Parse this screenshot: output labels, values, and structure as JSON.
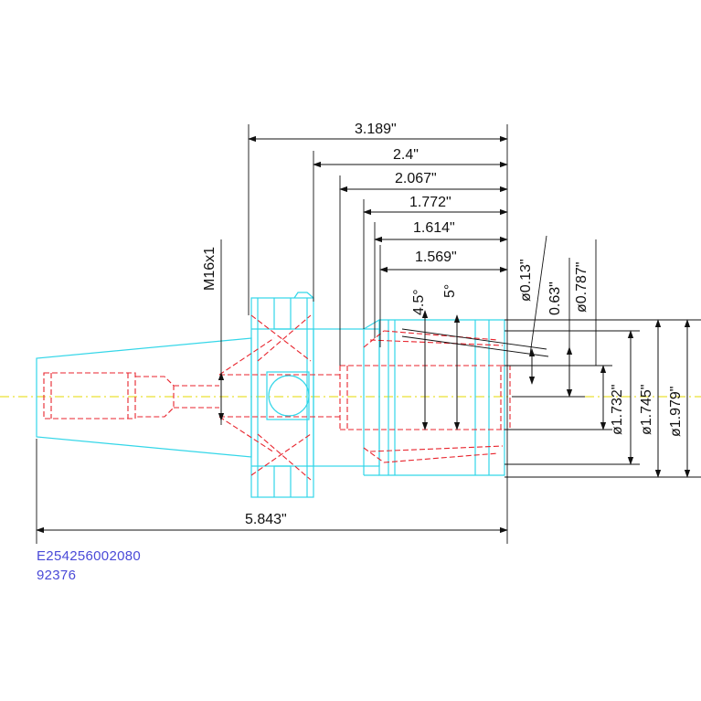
{
  "colors": {
    "outline": "#33d6e8",
    "hidden": "#e8232c",
    "centerline": "#e6d800",
    "dimension": "#111111",
    "code_text": "#4a4ad8"
  },
  "dimensions": {
    "len_3189": "3.189\"",
    "len_24": "2.4\"",
    "len_2067": "2.067\"",
    "len_1772": "1.772\"",
    "len_1614": "1.614\"",
    "len_1569": "1.569\"",
    "len_5843": "5.843\"",
    "thread": "M16x1",
    "angle_45": "4.5°",
    "angle_5": "5°",
    "dia_013": "ø0.13\"",
    "len_063": "0.63\"",
    "dia_0787": "ø0.787\"",
    "dia_1732": "ø1.732\"",
    "dia_1745": "ø1.745\"",
    "dia_1979": "ø1.979\""
  },
  "part": {
    "code_line1": "E254256002080",
    "code_line2": "92376"
  }
}
